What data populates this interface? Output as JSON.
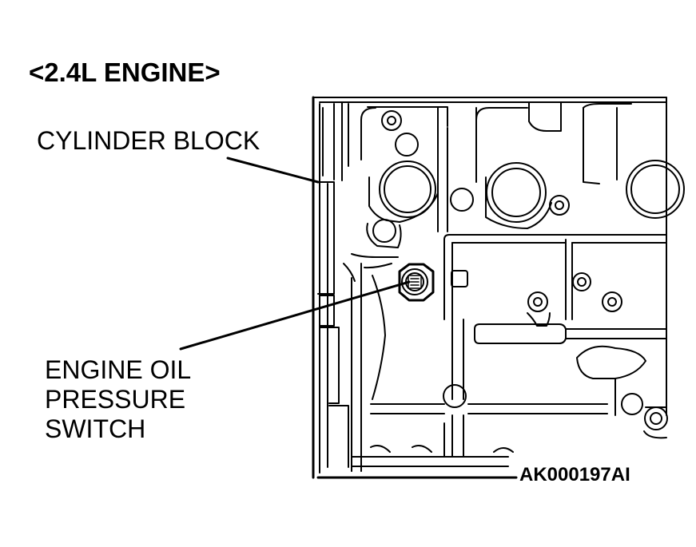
{
  "title": "<2.4L ENGINE>",
  "labels": {
    "cylinder_block": "CYLINDER BLOCK",
    "oil_pressure_switch": [
      "ENGINE OIL",
      "PRESSURE",
      "SWITCH"
    ]
  },
  "figure_code": "AK000197AI"
}
